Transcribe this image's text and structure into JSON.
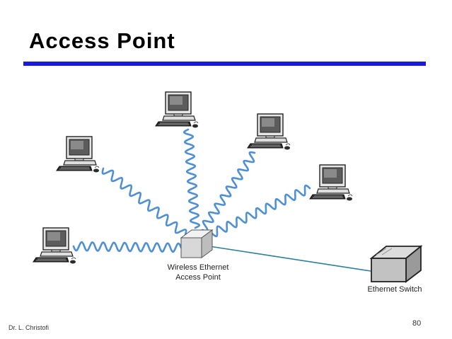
{
  "slide": {
    "title": "Access Point",
    "rule_color": "#1a1adf",
    "author": "Dr. L. Christofi",
    "page_number": "80"
  },
  "diagram": {
    "access_point_label_line1": "Wireless Ethernet",
    "access_point_label_line2": "Access Point",
    "switch_label": "Ethernet Switch",
    "wave_color": "#4f8fd4",
    "cable_color": "#2a7fa0",
    "computers": [
      "pc-top",
      "pc-upper-left",
      "pc-upper-right",
      "pc-right",
      "pc-left"
    ]
  }
}
